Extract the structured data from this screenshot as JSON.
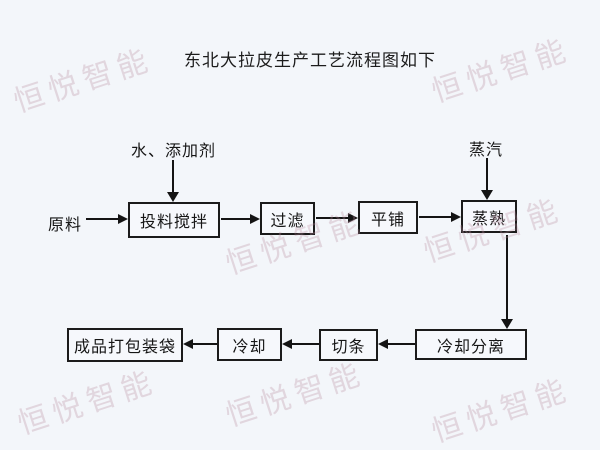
{
  "title": "东北大拉皮生产工艺流程图如下",
  "labels": {
    "water_additive": "水、添加剂",
    "raw_material": "原料",
    "steam": "蒸汽"
  },
  "nodes": {
    "mix": "投料搅拌",
    "filter": "过滤",
    "spread": "平铺",
    "steam_cook": "蒸熟",
    "cool_separate": "冷却分离",
    "cut_strips": "切条",
    "cool": "冷却",
    "pack": "成品打包装袋"
  },
  "edges": [
    {
      "from": "raw_material",
      "to": "mix"
    },
    {
      "from": "water_additive",
      "to": "mix"
    },
    {
      "from": "mix",
      "to": "filter"
    },
    {
      "from": "filter",
      "to": "spread"
    },
    {
      "from": "spread",
      "to": "steam_cook"
    },
    {
      "from": "steam",
      "to": "steam_cook"
    },
    {
      "from": "steam_cook",
      "to": "cool_separate"
    },
    {
      "from": "cool_separate",
      "to": "cut_strips"
    },
    {
      "from": "cut_strips",
      "to": "cool"
    },
    {
      "from": "cool",
      "to": "pack"
    }
  ],
  "watermark": {
    "text": "恒悦智能",
    "color": "#ba8a9e"
  },
  "colors": {
    "background": "#f3f6fa",
    "ink": "#141414",
    "box_fill": "#f6f8fc"
  }
}
